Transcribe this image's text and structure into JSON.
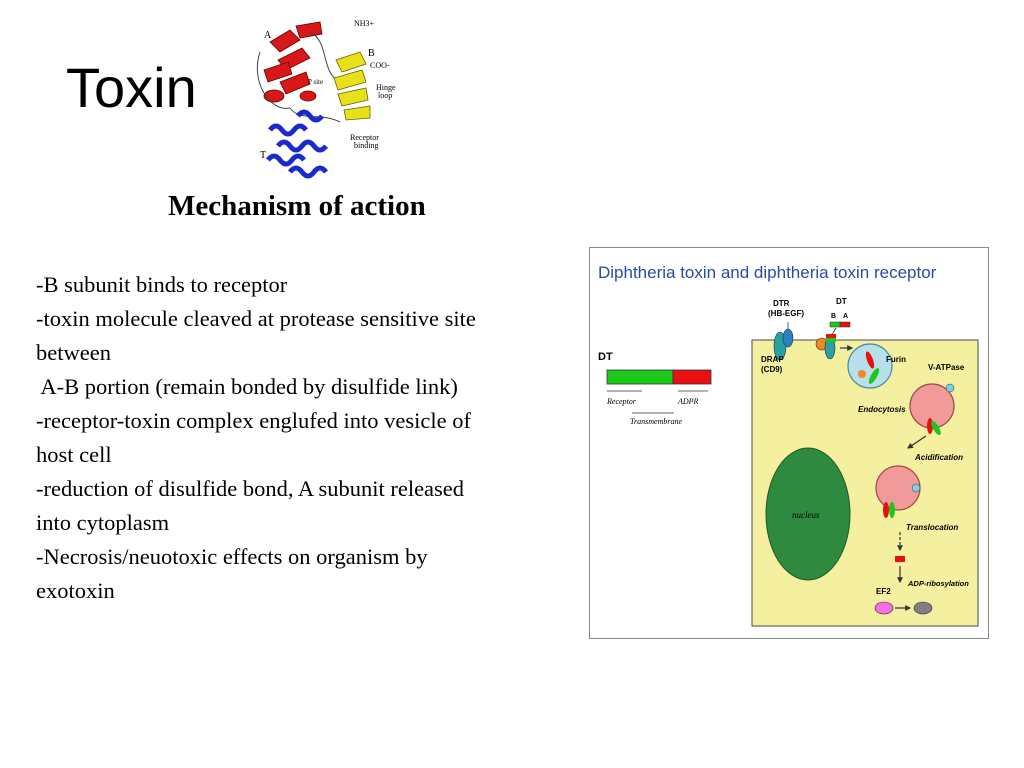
{
  "slide": {
    "title": "Toxin",
    "heading": "Mechanism of action",
    "body_lines": [
      "-B subunit binds to receptor",
      "-toxin molecule cleaved at protease sensitive site",
      "between",
      " A-B portion (remain bonded by disulfide link)",
      "-receptor-toxin complex englufed into vesicle of",
      "host cell",
      "-reduction of disulfide bond, A subunit released",
      "into cytoplasm",
      "-Necrosis/neuotoxic effects on organism by",
      "exotoxin"
    ]
  },
  "protein_figure": {
    "labels": {
      "a": "A",
      "b": "B",
      "t": "T",
      "nh3": "NH3+",
      "coo": "COO-",
      "p_site": "P site",
      "hinge": "Hinge",
      "loop": "loop",
      "receptor": "Receptor",
      "binding": "binding"
    },
    "colors": {
      "catalytic": "#d81818",
      "receptor_domain": "#e8e018",
      "translocation": "#1a2ad0"
    }
  },
  "diagram": {
    "title": "Diphtheria toxin and diphtheria toxin receptor",
    "dt_label": "DT",
    "receptor_label": "Receptor",
    "adpr_label": "ADPR",
    "transmembrane_label": "Transmembrane",
    "dtr_line1": "DTR",
    "dtr_line2": "(HB-EGF)",
    "dt_top": "DT",
    "b_label": "B",
    "a_label": "A",
    "drap_line1": "DRAP",
    "drap_line2": "(CD9)",
    "furin": "Furin",
    "vatpase": "V-ATPase",
    "endocytosis": "Endocytosis",
    "acidification": "Acidification",
    "nucleus": "nucleus",
    "translocation": "Translocation",
    "adp_ribosylation": "ADP-ribosylation",
    "ef2": "EF2",
    "colors": {
      "title": "#2a4aa8",
      "cell": "#f5f0a0",
      "nucleus": "#2e8a3e",
      "green_bar": "#1cc81c",
      "red_bar": "#e81010",
      "vesicle": "#f09a9a",
      "endosome": "#b8e0ea"
    }
  }
}
